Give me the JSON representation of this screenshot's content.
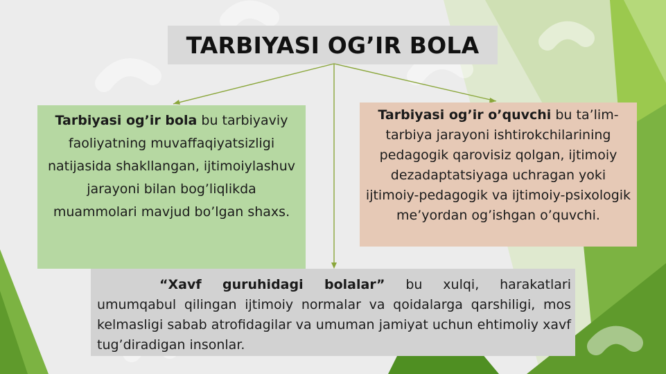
{
  "title": "TARBIYASI OG’IR BOLA",
  "left_box": {
    "term": "Tarbiyasi og’ir bola",
    "text": " bu tarbiyaviy faoliyatning muvaffaqiyatsizligi natijasida shakllangan, ijtimoiylashuv jarayoni bilan bog’liqlikda muammolari mavjud bo’lgan shaxs."
  },
  "right_box": {
    "term": "Tarbiyasi og’ir o’quvchi",
    "text": " bu ta’lim-tarbiya jarayoni ishtirokchilarining pedagogik qarovisiz qolgan, ijtimoiy dezadaptatsiyaga uchragan yoki ijtimoiy-pedagogik va ijtimoiy-psixologik me’yordan og’ishgan o’quvchi."
  },
  "bottom_box": {
    "term": "“Xavf guruhidagi bolalar”",
    "text": " bu xulqi, harakatlari umumqabul qilingan ijtimoiy normalar va qoidalarga qarshiligi, mos kelmasligi sabab atrofidagilar va umuman jamiyat uchun ehtimoliy xavf tug’diradigan insonlar."
  },
  "colors": {
    "left_box_bg": "#b6d8a2",
    "right_box_bg": "#e6c9b6",
    "bottom_box_bg": "#d2d2d2",
    "title_bg": "#d9d9d9",
    "accent_green": "#8cc63f",
    "connector": "#8aa63a"
  }
}
